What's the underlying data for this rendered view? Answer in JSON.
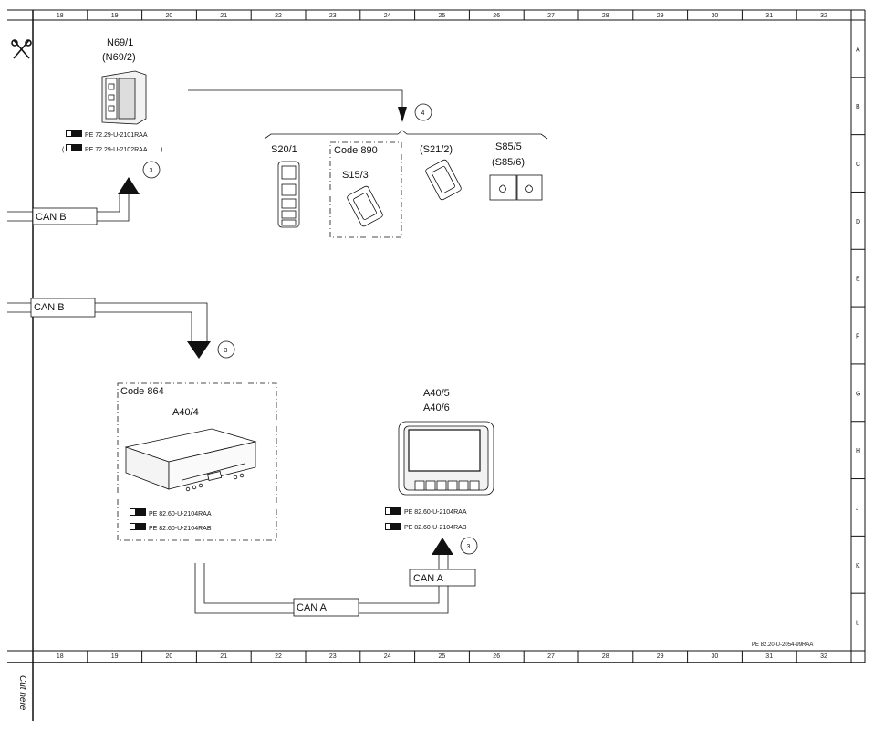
{
  "columns": [
    "18",
    "19",
    "20",
    "21",
    "22",
    "23",
    "24",
    "25",
    "26",
    "27",
    "28",
    "29",
    "30",
    "31",
    "32"
  ],
  "rows": [
    "A",
    "B",
    "C",
    "D",
    "E",
    "F",
    "G",
    "H",
    "J",
    "K",
    "L"
  ],
  "components": {
    "n69_1": {
      "label": "N69/1",
      "alt": "(N69/2)",
      "ref1": "PE 72.29-U-2101RAA",
      "ref2": "PE 72.29-U-2102RAA",
      "ref2_prefix": "(",
      "ref2_suffix": ")",
      "callout": "3"
    },
    "group4": {
      "callout": "4"
    },
    "s20_1": {
      "label": "S20/1"
    },
    "code890": {
      "title": "Code 890",
      "label": "S15/3"
    },
    "s21_2": {
      "label": "(S21/2)"
    },
    "s85_5": {
      "label": "S85/5",
      "alt": "(S85/6)"
    },
    "code864": {
      "title": "Code 864",
      "label": "A40/4",
      "ref1": "PE 82.60-U-2104RAA",
      "ref2": "PE 82.60-U-2104RAB"
    },
    "a40_5": {
      "label": "A40/5",
      "alt": "A40/6",
      "ref1": "PE 82.60-U-2104RAA",
      "ref2": "PE 82.60-U-2104RAB",
      "callout": "3"
    },
    "mid_callout": "3"
  },
  "buses": {
    "can_b_top": "CAN B",
    "can_b_mid": "CAN B",
    "can_a_right": "CAN A",
    "can_a_bottom": "CAN A"
  },
  "footer_ref": "PE 82.20-U-2054-99RAA",
  "cut_here": "Cut here"
}
